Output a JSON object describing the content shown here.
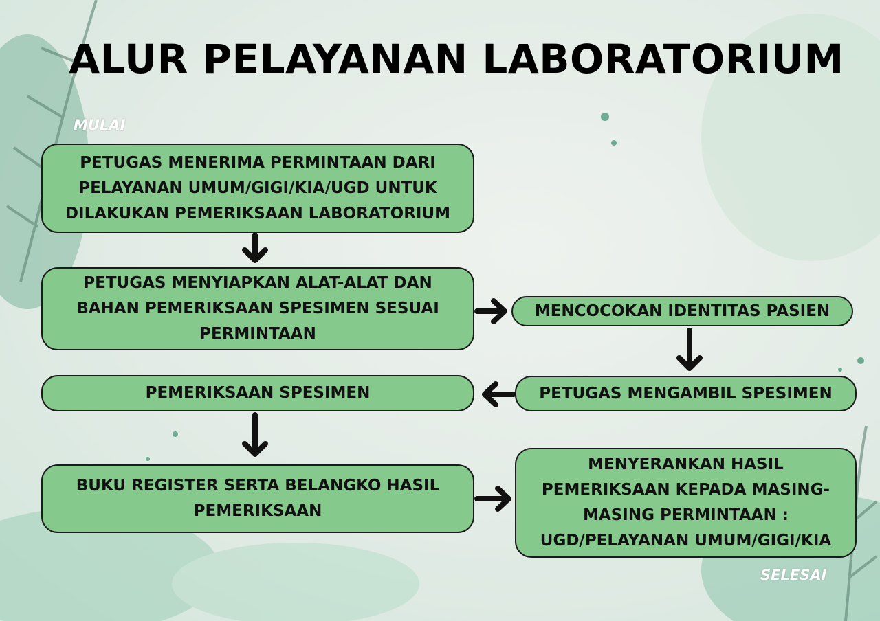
{
  "title": "ALUR PELAYANAN LABORATORIUM",
  "start_label": "MULAI",
  "end_label": "SELESAI",
  "steps": {
    "receive_request": "PETUGAS MENERIMA PERMINTAAN DARI PELAYANAN UMUM/GIGI/KIA/UGD UNTUK DILAKUKAN PEMERIKSAAN LABORATORIUM",
    "prepare_tools": "PETUGAS MENYIAPKAN ALAT-ALAT DAN BAHAN PEMERIKSAAN SPESIMEN SESUAI PERMINTAAN",
    "match_identity": "MENCOCOKAN IDENTITAS PASIEN",
    "take_specimen": "PETUGAS MENGAMBIL SPESIMEN",
    "examine_specimen": "PEMERIKSAAN SPESIMEN",
    "register_book": "BUKU REGISTER SERTA BELANGKO HASIL PEMERIKSAAN",
    "deliver_results": "MENYERANKAN HASIL PEMERIKSAAN KEPADA MASING-MASING PERMINTAAN : UGD/PELAYANAN UMUM/GIGI/KIA"
  },
  "colors": {
    "box_fill": "#85c98d",
    "box_border": "#1b1b1b",
    "arrow": "#111111"
  }
}
